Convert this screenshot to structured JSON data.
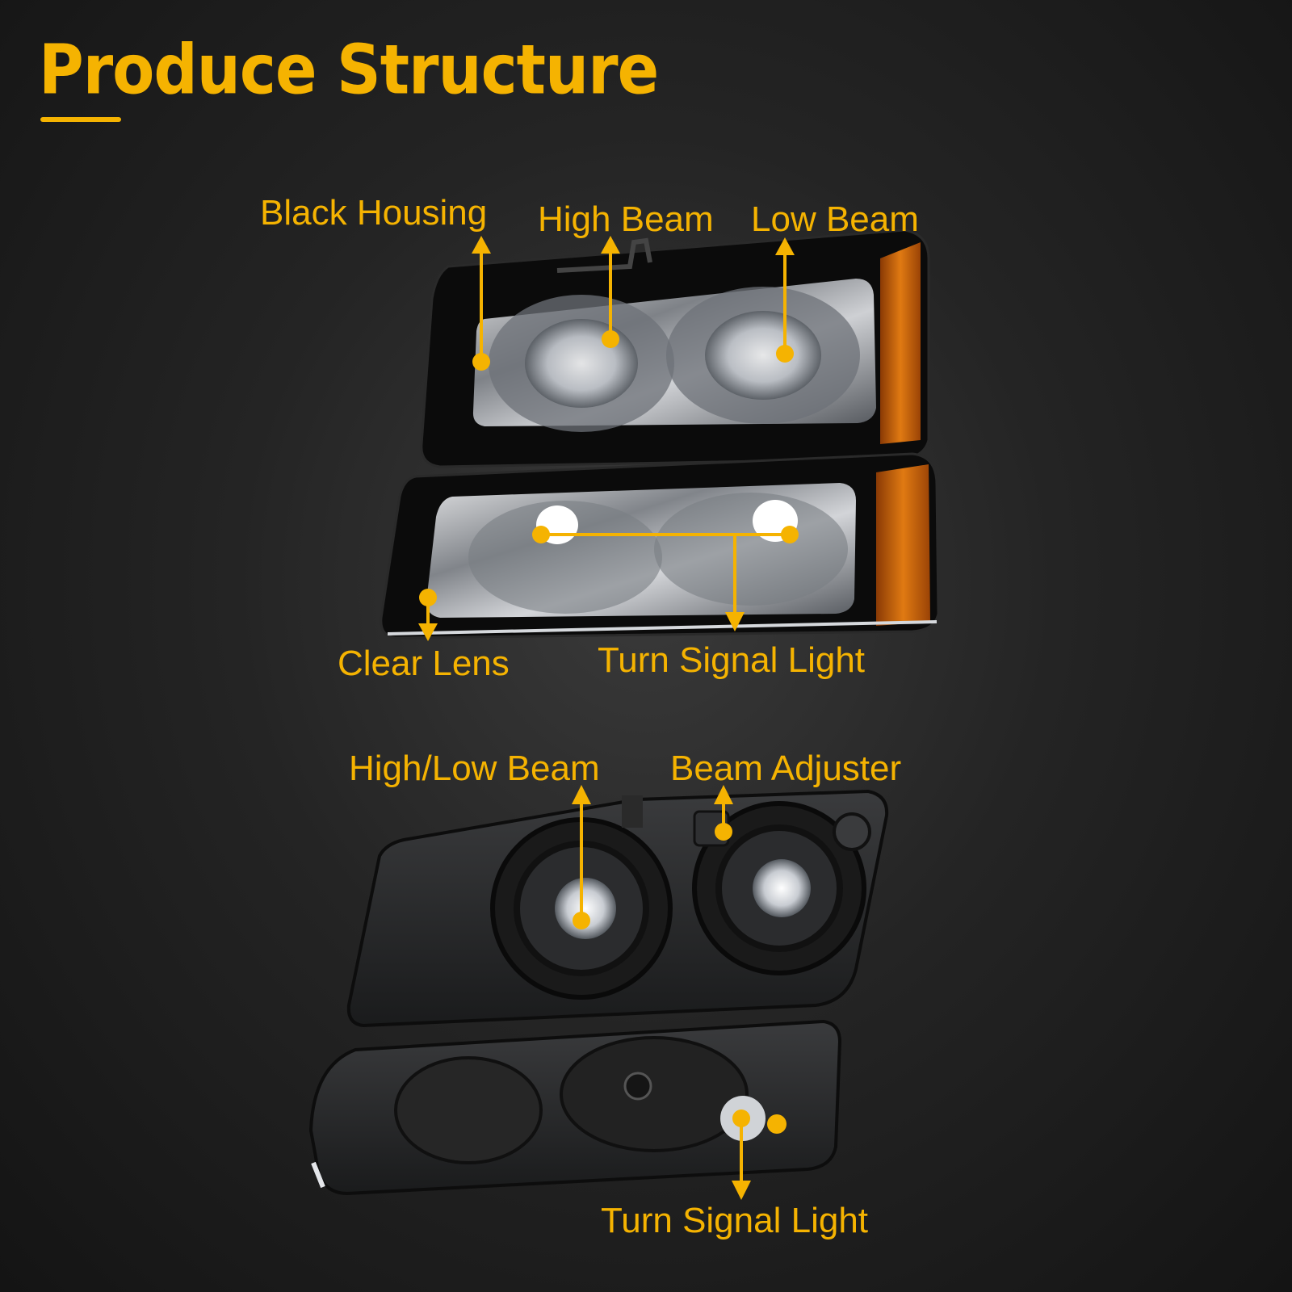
{
  "title": "Produce Structure",
  "colors": {
    "accent": "#F5B301",
    "housing": "#0d0d0d",
    "amber": "#D46A0A",
    "chrome": "#c9ccd0"
  },
  "front_view": {
    "labels": {
      "black_housing": "Black Housing",
      "high_beam": "High Beam",
      "low_beam": "Low Beam",
      "clear_lens": "Clear Lens",
      "turn_signal_light": "Turn Signal Light"
    }
  },
  "rear_view": {
    "labels": {
      "high_low_beam": "High/Low Beam",
      "beam_adjuster": "Beam Adjuster",
      "turn_signal_light": "Turn Signal Light"
    }
  }
}
